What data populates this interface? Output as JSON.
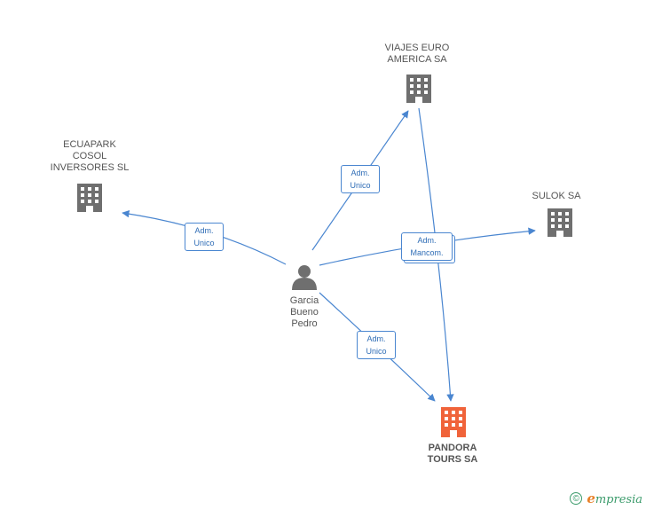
{
  "nodes": {
    "viajes": {
      "label": "VIAJES EURO\nAMERICA SA",
      "icon": "building-icon",
      "color": "#6f6f6f"
    },
    "ecuapark": {
      "label": "ECUAPARK\nCOSOL\nINVERSORES SL",
      "icon": "building-icon",
      "color": "#6f6f6f"
    },
    "sulok": {
      "label": "SULOK SA",
      "icon": "building-icon",
      "color": "#6f6f6f"
    },
    "person": {
      "label": "Garcia\nBueno\nPedro",
      "icon": "person-icon",
      "color": "#6f6f6f"
    },
    "pandora": {
      "label": "PANDORA\nTOURS SA",
      "icon": "building-icon",
      "color": "#f0633a"
    }
  },
  "edges": {
    "to_ecuapark": "Adm.\nUnico",
    "to_viajes": "Adm.\nUnico",
    "to_sulok": "Adm.\nMancom.",
    "to_pandora": "Adm.\nUnico"
  },
  "colors": {
    "edge": "#4a86d0",
    "brand": "#3b9b6b",
    "brand_accent": "#e8812a"
  },
  "footer": {
    "copyright_symbol": "©",
    "brand_initial": "e",
    "brand_rest": "mpresia"
  }
}
